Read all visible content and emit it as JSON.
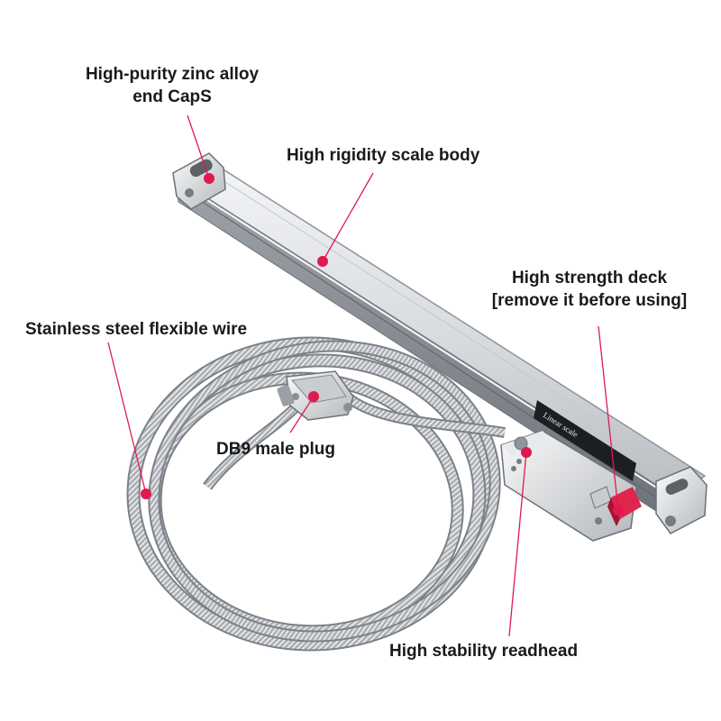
{
  "labels": {
    "end_caps": [
      "High-purity zinc alloy",
      "end CapS"
    ],
    "scale_body": "High rigidity scale body",
    "deck": [
      "High strength deck",
      "[remove it before using]"
    ],
    "wire": "Stainless steel flexible wire",
    "plug": "DB9 male plug",
    "readhead": "High stability readhead"
  },
  "product_text": {
    "brand": "Linear scale"
  },
  "colors": {
    "marker": "#e0194f",
    "leader": "#e0194f",
    "text": "#1a1a1a",
    "background": "#ffffff"
  }
}
